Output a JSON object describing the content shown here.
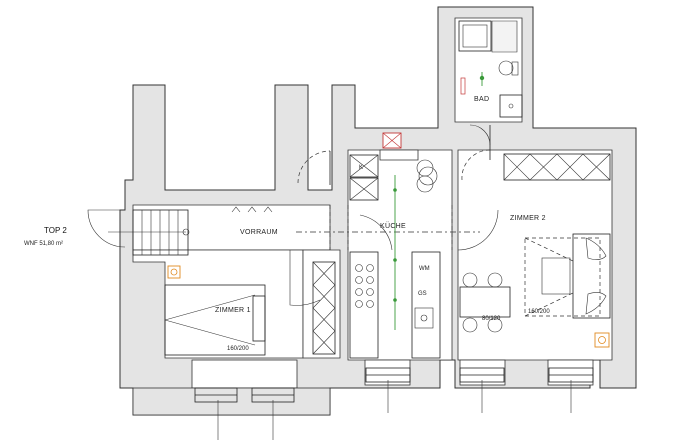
{
  "unit": {
    "name": "TOP 2",
    "area": "WNF 51,80 m²"
  },
  "rooms": {
    "vorraum": "VORRAUM",
    "kueche": "KÜCHE",
    "zimmer1": "ZIMMER 1",
    "zimmer2": "ZIMMER 2",
    "bad": "BAD"
  },
  "furniture": {
    "bed1_size": "160/200",
    "bed2_size": "160/200",
    "table_size": "80/120",
    "appliance_wm": "WM",
    "appliance_gs": "GS",
    "appliance_k": "K"
  },
  "colors": {
    "wall_fill": "#e4e4e4",
    "line": "#333333",
    "accent_green": "#3a9a3a",
    "accent_orange": "#e08a20",
    "accent_red": "#c23838"
  }
}
